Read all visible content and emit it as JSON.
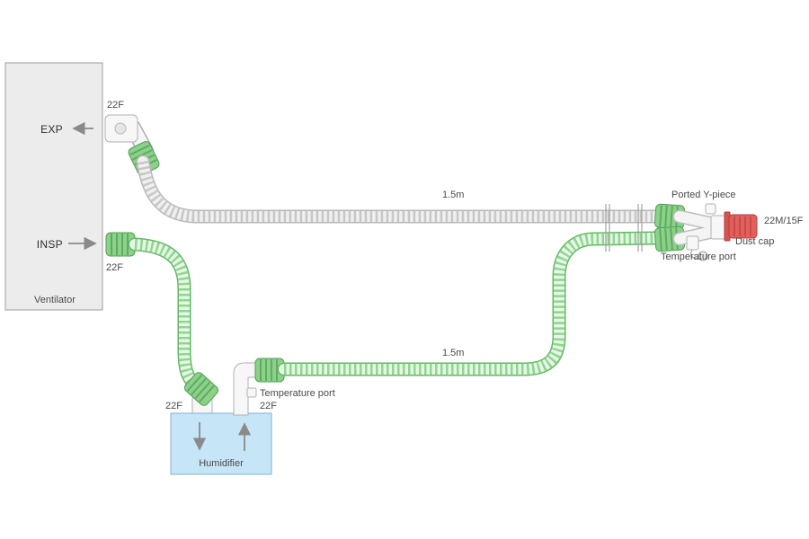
{
  "ventilator": {
    "label": "Ventilator",
    "exp_label": "EXP",
    "insp_label": "INSP",
    "exp_port_size": "22F",
    "insp_port_size": "22F"
  },
  "expiratory_limb": {
    "length_label": "1.5m"
  },
  "inspiratory_limb": {
    "length_label": "1.5m"
  },
  "humidifier": {
    "label": "Humidifier",
    "inlet_size": "22F",
    "outlet_size": "22F",
    "temperature_port_label": "Temperature port"
  },
  "y_piece": {
    "label": "Ported Y-piece",
    "patient_port_size": "22M/15F",
    "dust_cap_label": "Dust cap",
    "temperature_port_label": "Temperature port"
  },
  "colors": {
    "tube_green": "#8fd68f",
    "tube_green_outline": "#64b964",
    "tube_clear": "#f0f0f0",
    "tube_clear_outline": "#b9b9b9",
    "connector_green": "#8cd08c",
    "dust_cap_red": "#e2605c",
    "humidifier_fill": "#c6e5f6",
    "ventilator_fill": "#ececec"
  }
}
